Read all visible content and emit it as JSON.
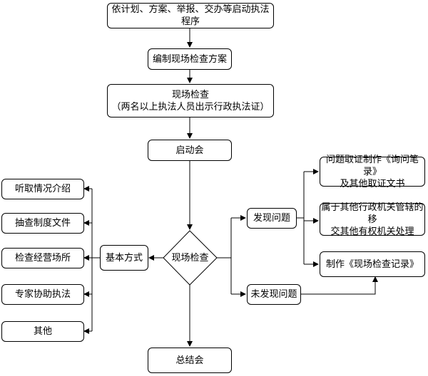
{
  "flowchart": {
    "start": "依计划、方案、举报、交办等启动执法程序",
    "plan": "编制现场检查方案",
    "inspection_title": "现场检查",
    "inspection_note": "（两名以上执法人员出示行政执法证）",
    "kickoff": "启动会",
    "decision": "现场检查",
    "summary": "总结会",
    "basic_methods": "基本方式",
    "methods": [
      "听取情况介绍",
      "抽查制度文件",
      "检查经营场所",
      "专家协助执法",
      "其他"
    ],
    "found_problem": "发现问题",
    "no_problem": "未发现问题",
    "outcomes": [
      "问题取证制作《询问笔录》\n及其他取证文书",
      "属于其他行政机关管辖的移\n交其他有权机关处理",
      "制作《现场检查记录》"
    ]
  }
}
